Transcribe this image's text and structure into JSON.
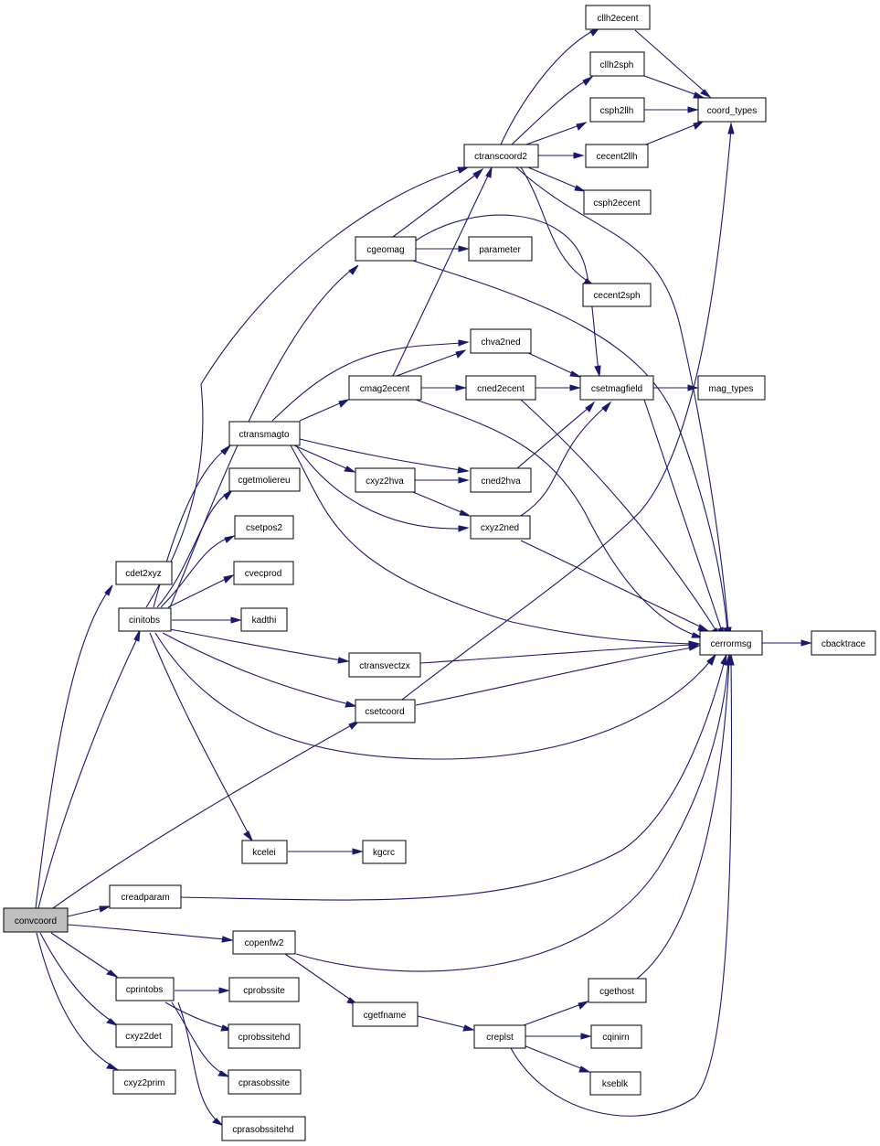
{
  "colors": {
    "edge": "#191970",
    "node_fill": "#ffffff",
    "root_fill": "#bfbfbf",
    "node_border": "#000000"
  },
  "nodes": {
    "convcoord": "convcoord",
    "cdet2xyz": "cdet2xyz",
    "cinitobs": "cinitobs",
    "csetcoord": "csetcoord",
    "creadparam": "creadparam",
    "copenfw2": "copenfw2",
    "cprintobs": "cprintobs",
    "cxyz2det": "cxyz2det",
    "cxyz2prim": "cxyz2prim",
    "ctransmagto": "ctransmagto",
    "cgetmoliereu": "cgetmoliereu",
    "csetpos2": "csetpos2",
    "cvecprod": "cvecprod",
    "kadthi": "kadthi",
    "ctransvectzx": "ctransvectzx",
    "kcelei": "kcelei",
    "kgcrc": "kgcrc",
    "cgeomag": "cgeomag",
    "ctranscoord2": "ctranscoord2",
    "cmag2ecent": "cmag2ecent",
    "chva2ned": "chva2ned",
    "cned2ecent": "cned2ecent",
    "cxyz2hva": "cxyz2hva",
    "cned2hva": "cned2hva",
    "cxyz2ned": "cxyz2ned",
    "parameter": "parameter",
    "cllh2ecent": "cllh2ecent",
    "cllh2sph": "cllh2sph",
    "csph2llh": "csph2llh",
    "cecent2llh": "cecent2llh",
    "csph2ecent": "csph2ecent",
    "cecent2sph": "cecent2sph",
    "coord_types": "coord_types",
    "csetmagfield": "csetmagfield",
    "mag_types": "mag_types",
    "cerrormsg": "cerrormsg",
    "cbacktrace": "cbacktrace",
    "cgetfname": "cgetfname",
    "creplst": "creplst",
    "cgethost": "cgethost",
    "cqinirn": "cqinirn",
    "kseblk": "kseblk",
    "cprobssite": "cprobssite",
    "cprobssitehd": "cprobssitehd",
    "cprasobssite": "cprasobssite",
    "cprasobssitehd": "cprasobssitehd"
  }
}
